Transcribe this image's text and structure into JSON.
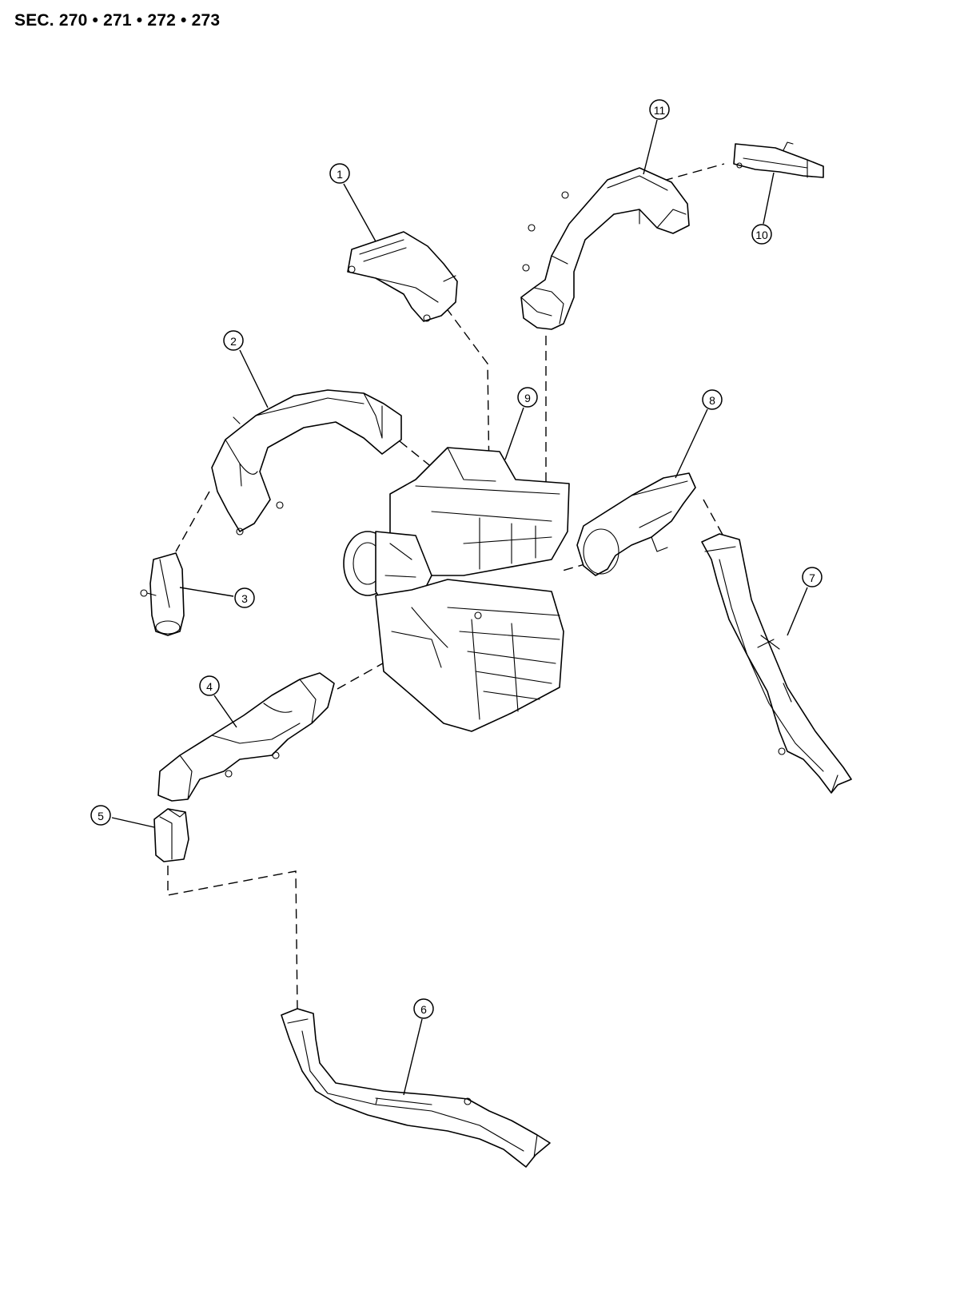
{
  "header": {
    "title": "SEC. 270 • 271 • 272 • 273"
  },
  "callouts": [
    {
      "id": "1",
      "label": "1"
    },
    {
      "id": "2",
      "label": "2"
    },
    {
      "id": "3",
      "label": "3"
    },
    {
      "id": "4",
      "label": "4"
    },
    {
      "id": "5",
      "label": "5"
    },
    {
      "id": "6",
      "label": "6"
    },
    {
      "id": "7",
      "label": "7"
    },
    {
      "id": "8",
      "label": "8"
    },
    {
      "id": "9",
      "label": "9"
    },
    {
      "id": "10",
      "label": "10"
    },
    {
      "id": "11",
      "label": "11"
    }
  ]
}
